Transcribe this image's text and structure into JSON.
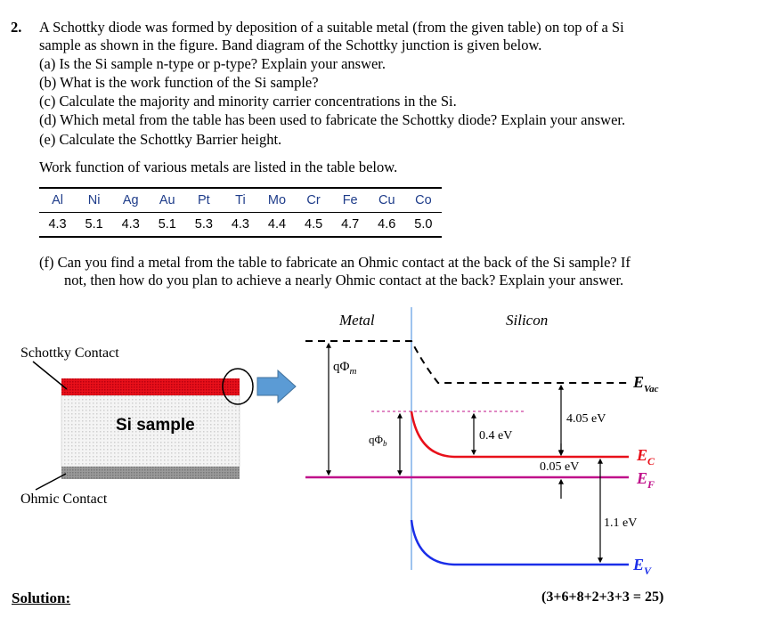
{
  "problem": {
    "number": "2.",
    "intro_line1": "A Schottky diode was formed by deposition of a suitable metal (from the given table) on top of a Si",
    "intro_line2": "sample as shown in the figure. Band diagram of the Schottky junction is given below.",
    "parts": [
      "(a) Is the Si sample n-type or p-type? Explain your answer.",
      "(b) What is the work function of the Si sample?",
      "(c) Calculate the majority and minority carrier concentrations in the Si.",
      "(d) Which metal from the table has been used to fabricate the Schottky diode? Explain your answer.",
      "(e) Calculate the Schottky Barrier height."
    ],
    "table_caption": "Work function of various metals are listed in the table below.",
    "part_f_line1": "(f) Can you find a metal from the table to fabricate an Ohmic contact at the back of the Si sample? If",
    "part_f_line2": "not, then how do you plan to achieve a nearly Ohmic contact at the back? Explain your answer."
  },
  "metals_table": {
    "names": [
      "Al",
      "Ni",
      "Ag",
      "Au",
      "Pt",
      "Ti",
      "Mo",
      "Cr",
      "Fe",
      "Cu",
      "Co"
    ],
    "work_functions": [
      "4.3",
      "5.1",
      "4.3",
      "5.1",
      "5.3",
      "4.3",
      "4.4",
      "4.5",
      "4.7",
      "4.6",
      "5.0"
    ]
  },
  "sample_figure": {
    "schottky_label": "Schottky Contact",
    "sample_label": "Si sample",
    "ohmic_label": "Ohmic Contact"
  },
  "band_diagram": {
    "metal_label": "Metal",
    "silicon_label": "Silicon",
    "phi_m": "qΦ",
    "phi_m_sub": "m",
    "phi_b": "qΦ",
    "phi_b_sub": "b",
    "bending": "0.4 eV",
    "affinity": "4.05 eV",
    "ec_ef": "0.05 eV",
    "gap": "1.1 eV",
    "evac": "E",
    "evac_sub": "Vac",
    "ec": "E",
    "ec_sub": "C",
    "ef": "E",
    "ef_sub": "F",
    "ev": "E",
    "ev_sub": "V",
    "colors": {
      "ec": "#e8101a",
      "ev": "#1a2ee8",
      "ef": "#c0108a",
      "interface": "#9ec3ee",
      "arrow": "#5b9bd5",
      "metal_layer": "#e8101a"
    }
  },
  "footer": {
    "solution_label": "Solution:",
    "points": "(3+6+8+2+3+3 = 25)"
  }
}
